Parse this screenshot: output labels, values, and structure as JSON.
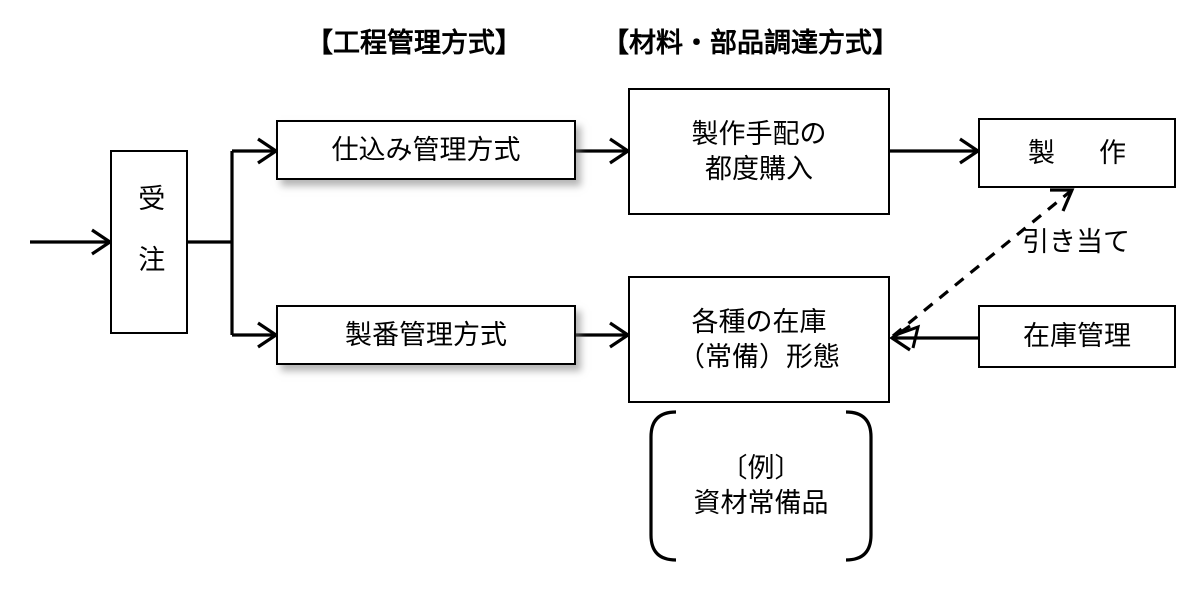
{
  "diagram": {
    "title_process": "【工程管理方式】",
    "title_procurement": "【材料・部品調達方式】",
    "nodes": {
      "order": "受注",
      "shikomi": "仕込み管理方式",
      "seiban": "製番管理方式",
      "purchase": "製作手配の\n都度購入",
      "stock": "各種の在庫\n（常備）形態",
      "make": "製作",
      "stock_management": "在庫管理"
    },
    "edge_labels": {
      "allocation": "引き当て"
    },
    "note": {
      "heading": "〔例〕",
      "body": "資材常備品"
    },
    "colors": {
      "line": "#000000",
      "background": "#ffffff",
      "shadow": "#787878"
    }
  }
}
